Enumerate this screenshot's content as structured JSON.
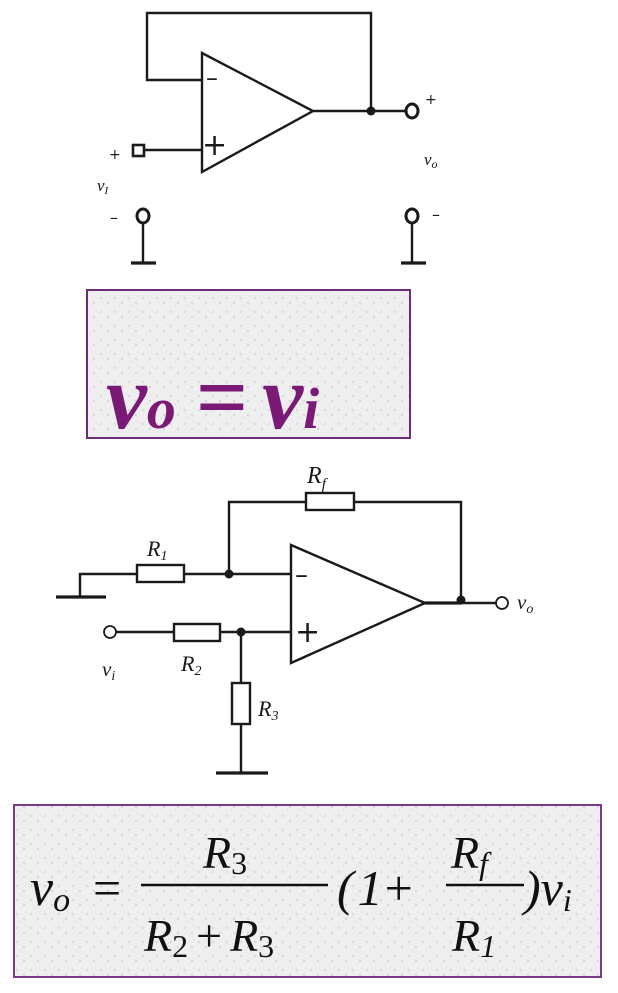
{
  "follower": {
    "plus_in": "+",
    "minus_in": "–",
    "input_label": "v",
    "input_sub": "I",
    "plus_out": "+",
    "minus_out": "–",
    "output_label": "v",
    "output_sub": "o",
    "opamp_minus": "–",
    "opamp_plus": "+"
  },
  "formula1": {
    "lhs": "v",
    "lhs_sub": "o",
    "op": "=",
    "rhs": "v",
    "rhs_sub": "i",
    "color": "#7a1a76",
    "border": "#6b2d7a"
  },
  "amplifier": {
    "rf": "R",
    "rf_sub": "f",
    "r1": "R",
    "r1_sub": "1",
    "r2": "R",
    "r2_sub": "2",
    "r3": "R",
    "r3_sub": "3",
    "vi": "v",
    "vi_sub": "i",
    "vo": "v",
    "vo_sub": "o",
    "opamp_minus": "–",
    "opamp_plus": "+"
  },
  "formula2": {
    "lhs": "v",
    "lhs_sub": "o",
    "eq": "=",
    "num_r": "R",
    "num_sub": "3",
    "den_r2": "R",
    "den_sub2": "2",
    "den_plus": "+",
    "den_r3": "R",
    "den_sub3": "3",
    "lparen": "(",
    "one": "1",
    "plus": "+",
    "frac2_num": "R",
    "frac2_num_sub": "f",
    "frac2_den": "R",
    "frac2_den_sub": "1",
    "rparen": ")",
    "tail": "v",
    "tail_sub": "i",
    "border": "#7a3a88"
  }
}
